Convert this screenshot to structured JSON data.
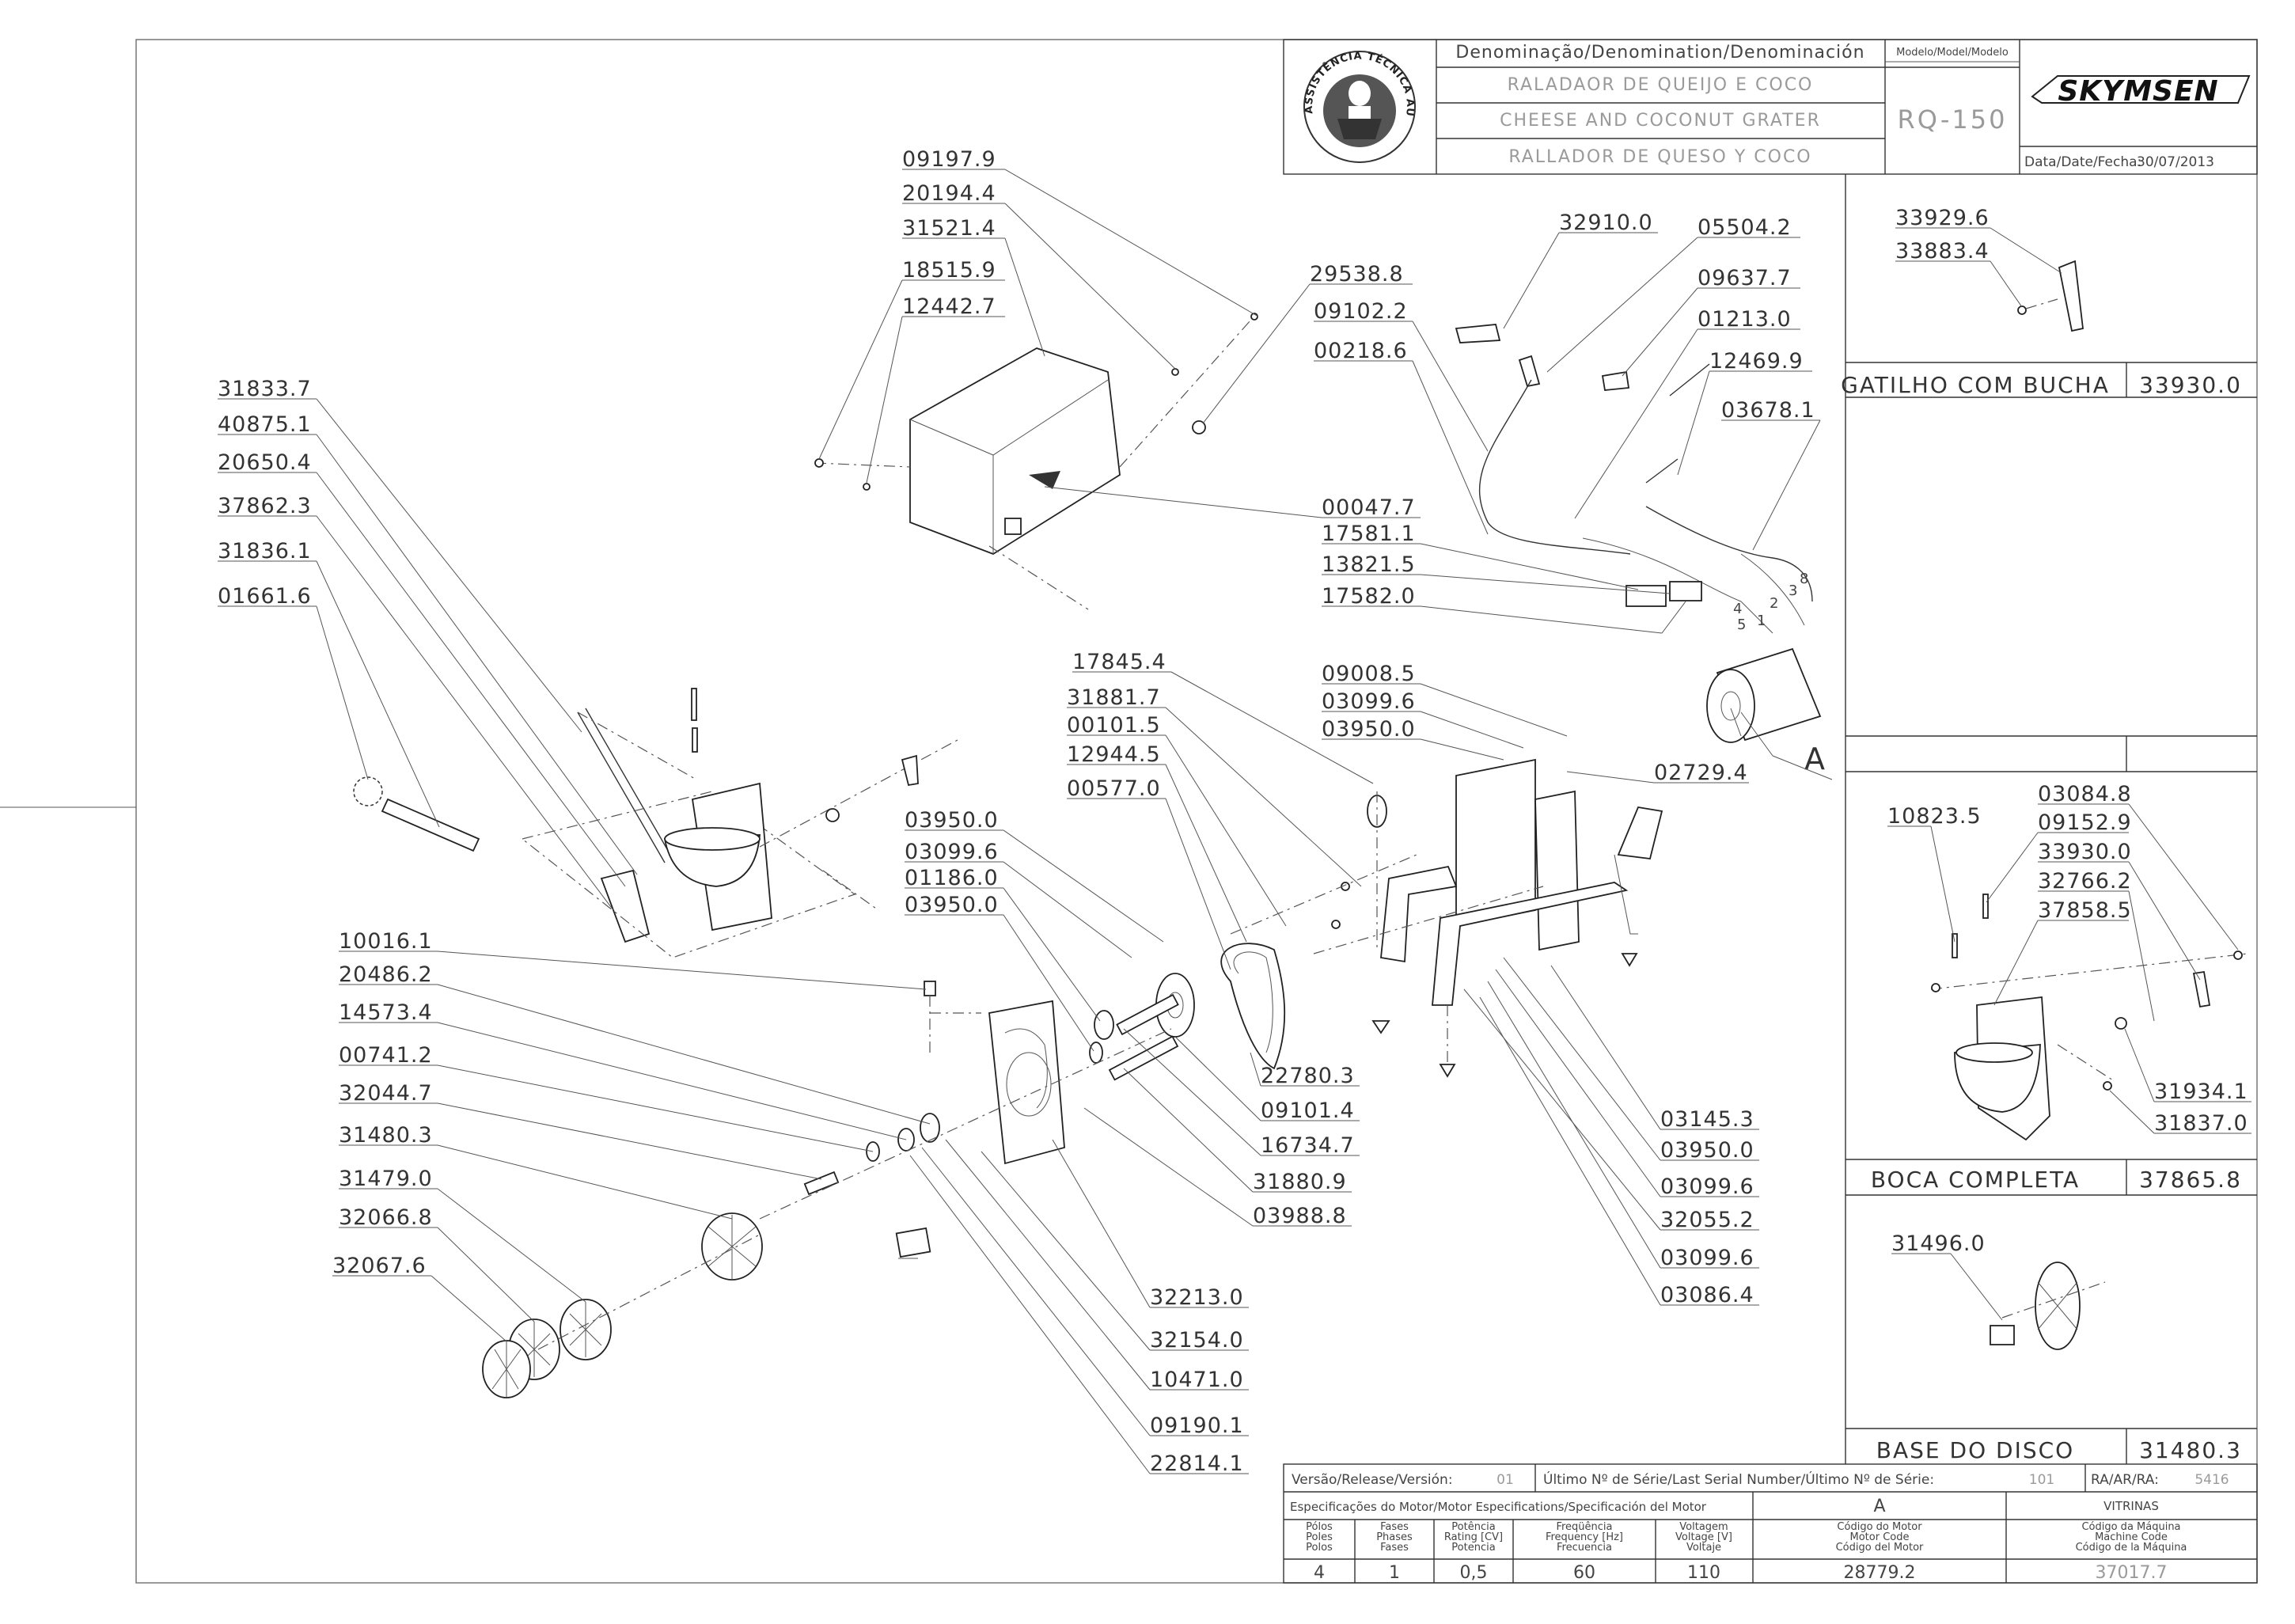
{
  "title_block": {
    "denomination_header": "Denominação/Denomination/Denominación",
    "name_pt": "RALADAOR DE QUEIJO E COCO",
    "name_en": "CHEESE AND COCONUT GRATER",
    "name_es": "RALLADOR DE QUESO Y COCO",
    "model_header": "Modelo/Model/Modelo",
    "model": "RQ-150",
    "brand": "SKYMSEN",
    "date_label": "Data/Date/Fecha:",
    "date": "30/07/2013",
    "seal_text": "ASSISTÊNCIA TÉCNICA AUTORIZADA"
  },
  "subassemblies": [
    {
      "name": "GATILHO COM BUCHA",
      "code": "33930.0",
      "parts": [
        "33929.6",
        "33883.4"
      ]
    },
    {
      "name": "",
      "code": "",
      "parts": []
    },
    {
      "name": "BOCA COMPLETA",
      "code": "37865.8",
      "parts": [
        "10823.5",
        "03084.8",
        "09152.9",
        "33930.0",
        "32766.2",
        "37858.5",
        "31934.1",
        "31837.0"
      ]
    },
    {
      "name": "BASE DO DISCO",
      "code": "31480.3",
      "parts": [
        "31496.0"
      ]
    }
  ],
  "detail_label": "A",
  "wire_numbers": [
    "1",
    "2",
    "3",
    "4",
    "5",
    "8"
  ],
  "callouts": {
    "cover_group": [
      "09197.9",
      "20194.4",
      "31521.4",
      "18515.9",
      "12442.7",
      "29538.8"
    ],
    "electrical_group": [
      "32910.0",
      "05504.2",
      "09102.2",
      "09637.7",
      "00218.6",
      "01213.0",
      "12469.9",
      "03678.1",
      "00047.7",
      "17581.1",
      "13821.5",
      "17582.0"
    ],
    "lever_group": [
      "31833.7",
      "40875.1",
      "20650.4",
      "37862.3",
      "31836.1",
      "01661.6"
    ],
    "frame_group": [
      "17845.4",
      "31881.7",
      "00101.5",
      "12944.5",
      "00577.0",
      "09008.5",
      "03099.6",
      "03950.0",
      "02729.4"
    ],
    "pulley_group": [
      "03950.0",
      "03099.6",
      "01186.0",
      "03950.0"
    ],
    "shaft_group": [
      "10016.1",
      "20486.2",
      "14573.4",
      "00741.2",
      "32044.7",
      "31480.3",
      "31479.0",
      "32066.8",
      "32067.6"
    ],
    "right_lower_group": [
      "22780.3",
      "09101.4",
      "16734.7",
      "31880.9",
      "03988.8",
      "03145.3",
      "03950.0",
      "03099.6",
      "32055.2",
      "03099.6",
      "03086.4"
    ],
    "housing_group": [
      "32213.0",
      "32154.0",
      "10471.0",
      "09190.1",
      "22814.1"
    ]
  },
  "bottom_block": {
    "release_label": "Versão/Release/Versión:",
    "release": "01",
    "serial_label": "Último Nº de Série/Last Serial Number/Último Nº de Série:",
    "serial": "101",
    "ra_label": "RA/AR/RA:",
    "ra": "5416",
    "motor_spec_label": "Especificações do Motor/Motor Especifications/Specificación del Motor",
    "column_a": "A",
    "vitrinas": "VITRINAS",
    "h_poles": [
      "Pólos",
      "Poles",
      "Polos"
    ],
    "h_phases": [
      "Fases",
      "Phases",
      "Fases"
    ],
    "h_power": [
      "Potência",
      "Rating [CV]",
      "Potencia"
    ],
    "h_freq": [
      "Freqüência",
      "Frequency [Hz]",
      "Frecuencia"
    ],
    "h_voltage": [
      "Voltagem",
      "Voltage [V]",
      "Voltaje"
    ],
    "h_motor_code": [
      "Código do Motor",
      "Motor Code",
      "Código del Motor"
    ],
    "h_machine_code": [
      "Código da Máquina",
      "Machine Code",
      "Código de la Máquina"
    ],
    "poles": "4",
    "phases": "1",
    "power": "0,5",
    "frequency": "60",
    "voltage": "110",
    "motor_code": "28779.2",
    "machine_code": "37017.7"
  },
  "colors": {
    "line": "#333333",
    "grey_text": "#9a9a9a",
    "paper": "#ffffff"
  }
}
